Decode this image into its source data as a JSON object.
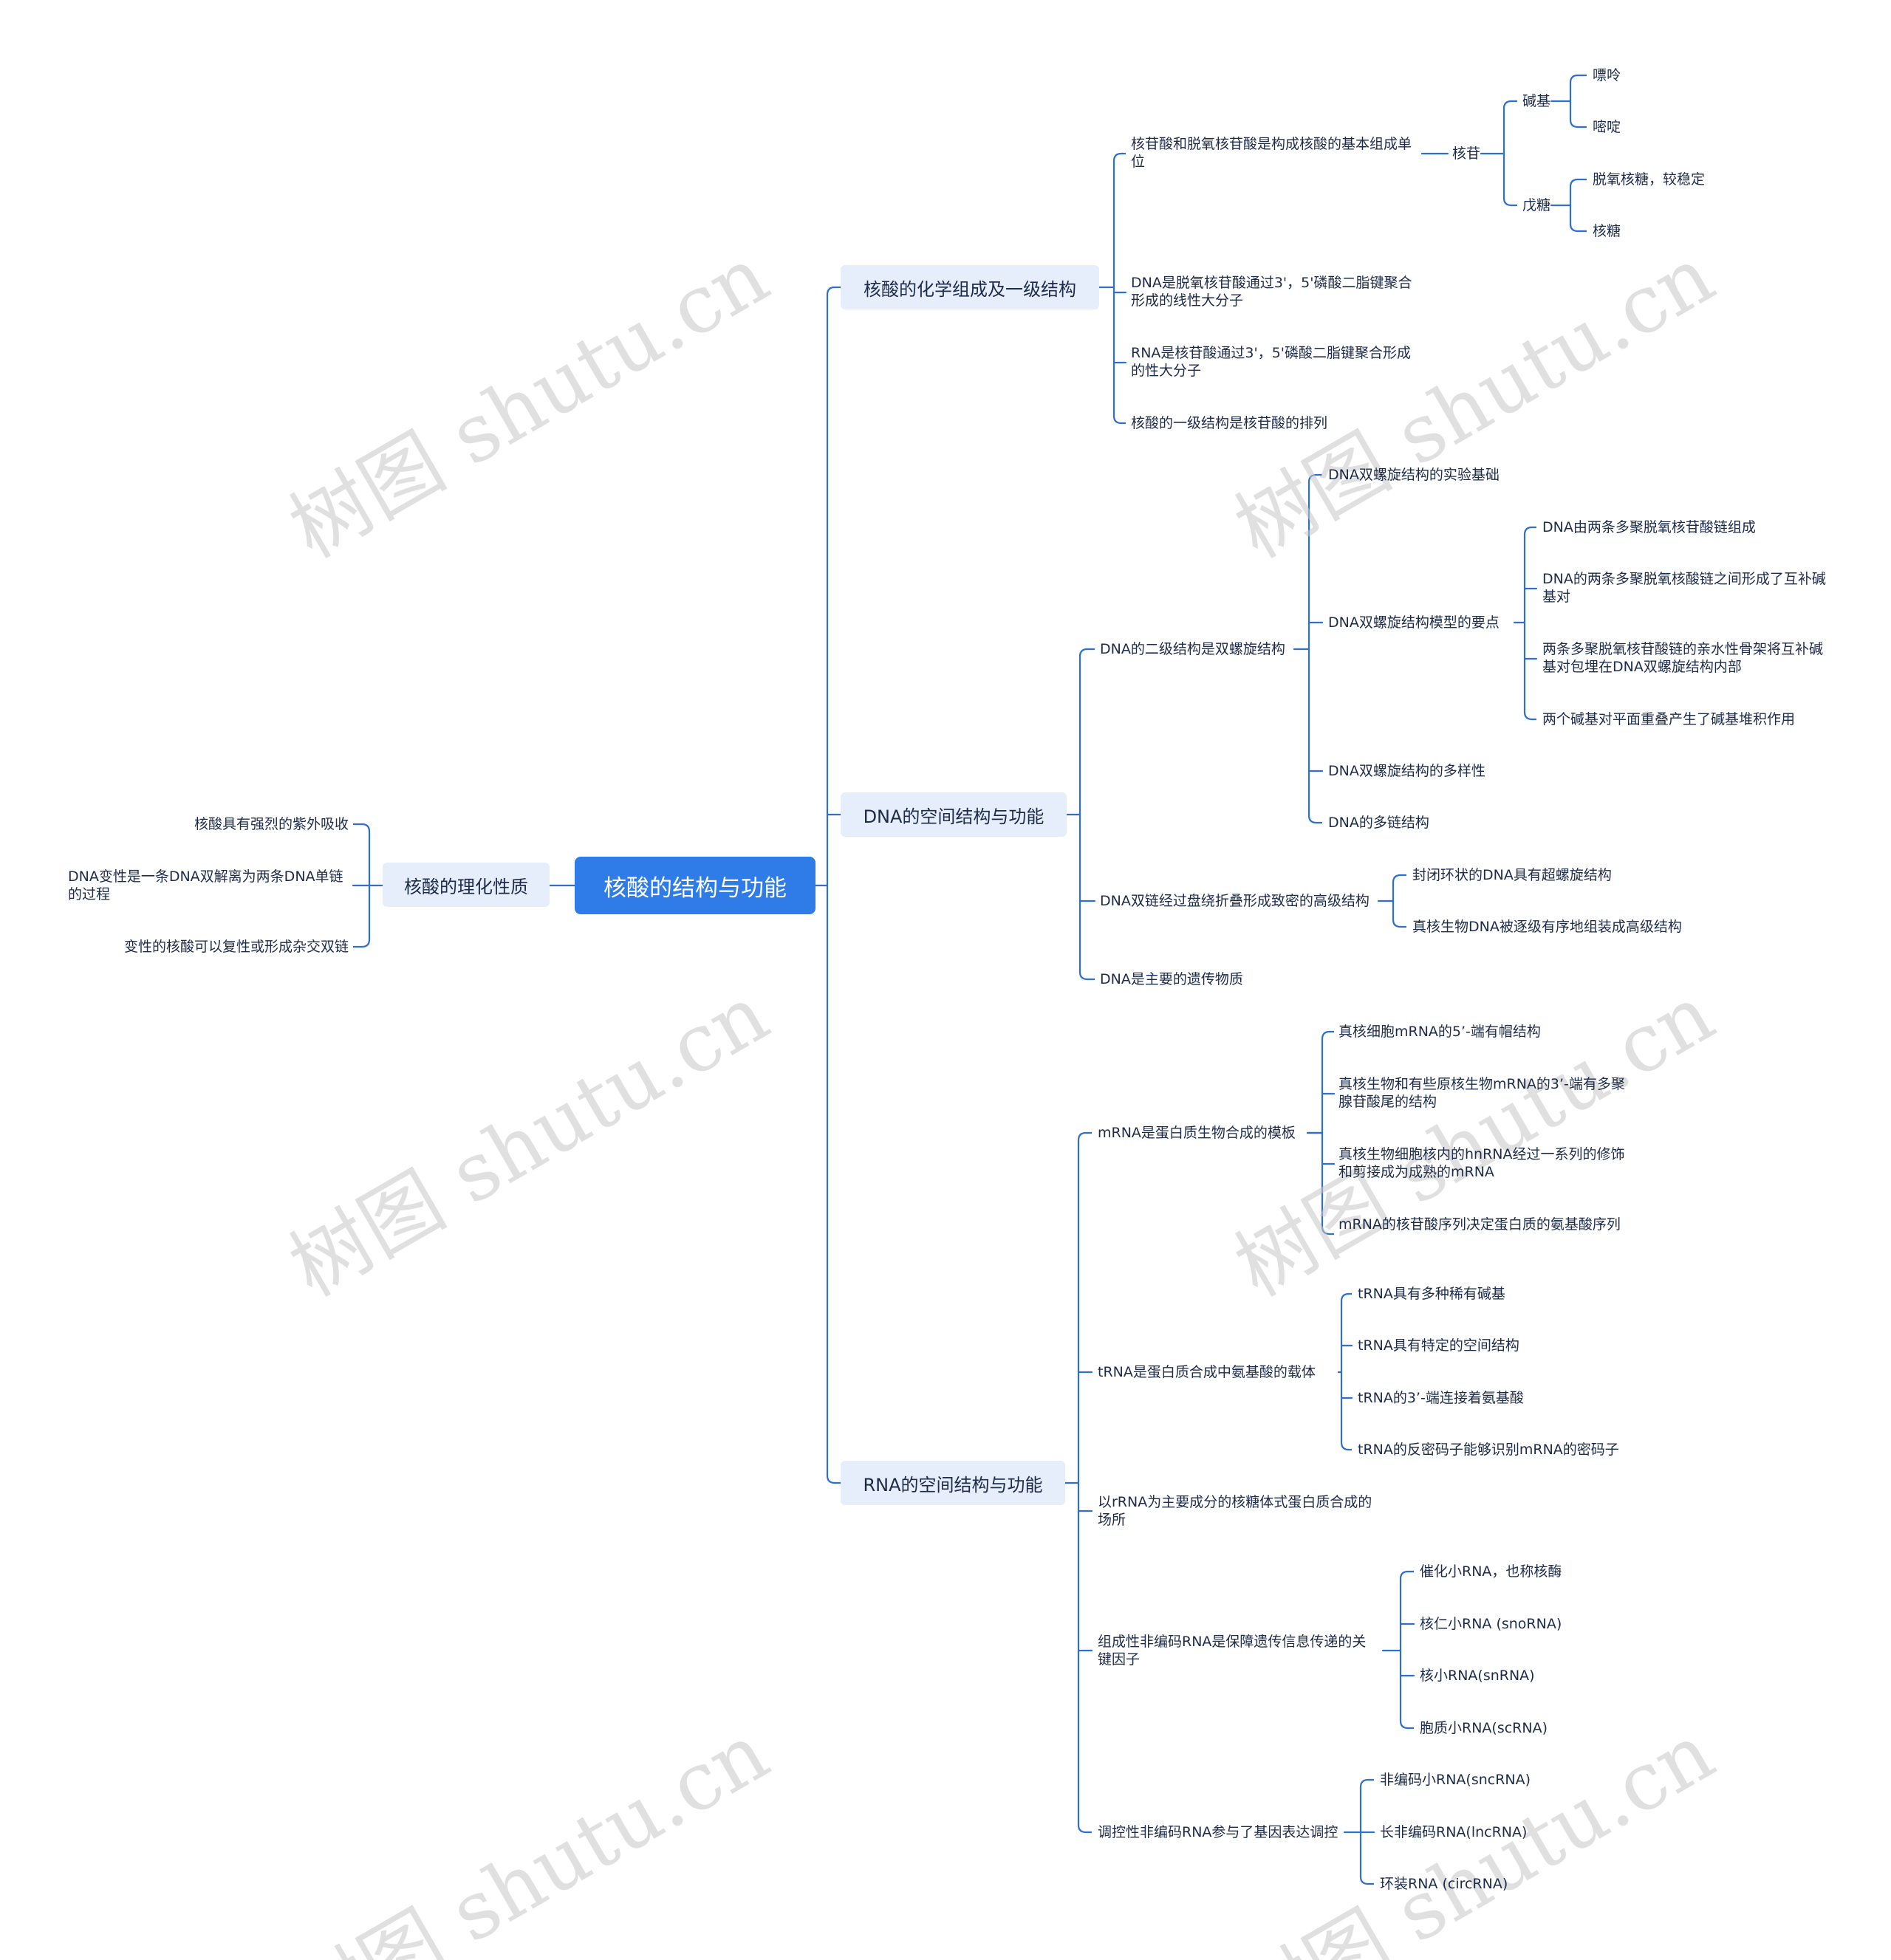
{
  "root": "核酸的结构与功能",
  "watermark": "树图 shutu.cn",
  "colors": {
    "line": "#2f6fd0",
    "root_bg": "#2f7be8",
    "l1_bg": "#e6edfb",
    "text": "#1d2b4a"
  },
  "left": {
    "title": "核酸的理化性质",
    "children": [
      "核酸具有强烈的紫外吸收",
      "DNA变性是一条DNA双解离为两条DNA单链的过程",
      "变性的核酸可以复性或形成杂交双链"
    ]
  },
  "b1": {
    "title": "核酸的化学组成及一级结构",
    "c1": "核苷酸和脱氧核苷酸是构成核酸的基本组成单位",
    "nucleoside": "核苷",
    "base": "碱基",
    "purine": "嘌呤",
    "pyrimidine": "嘧啶",
    "sugar": "戊糖",
    "deoxyribose": "脱氧核糖，较稳定",
    "ribose": "核糖",
    "c2": "DNA是脱氧核苷酸通过3'，5'磷酸二脂键聚合形成的线性大分子",
    "c3": "RNA是核苷酸通过3'，5'磷酸二脂键聚合形成的性大分子",
    "c4": "核酸的一级结构是核苷酸的排列"
  },
  "b2": {
    "title": "DNA的空间结构与功能",
    "c1": "DNA的二级结构是双螺旋结构",
    "c1_1": "DNA双螺旋结构的实验基础",
    "c1_2": "DNA双螺旋结构模型的要点",
    "c1_2_items": [
      "DNA由两条多聚脱氧核苷酸链组成",
      "DNA的两条多聚脱氧核酸链之间形成了互补碱基对",
      "两条多聚脱氧核苷酸链的亲水性骨架将互补碱基对包埋在DNA双螺旋结构内部",
      "两个碱基对平面重叠产生了碱基堆积作用"
    ],
    "c1_3": "DNA双螺旋结构的多样性",
    "c1_4": "DNA的多链结构",
    "c2": "DNA双链经过盘绕折叠形成致密的高级结构",
    "c2_items": [
      "封闭环状的DNA具有超螺旋结构",
      "真核生物DNA被逐级有序地组装成高级结构"
    ],
    "c3": "DNA是主要的遗传物质"
  },
  "b3": {
    "title": "RNA的空间结构与功能",
    "m": "mRNA是蛋白质生物合成的模板",
    "m_items": [
      "真核细胞mRNA的5’-端有帽结构",
      "真核生物和有些原核生物mRNA的3’-端有多聚腺苷酸尾的结构",
      "真核生物细胞核内的hnRNA经过一系列的修饰和剪接成为成熟的mRNA",
      "mRNA的核苷酸序列决定蛋白质的氨基酸序列"
    ],
    "t": "tRNA是蛋白质合成中氨基酸的载体",
    "t_items": [
      "tRNA具有多种稀有碱基",
      "tRNA具有特定的空间结构",
      "tRNA的3’-端连接着氨基酸",
      "tRNA的反密码子能够识别mRNA的密码子"
    ],
    "r": "以rRNA为主要成分的核糖体式蛋白质合成的场所",
    "nc": "组成性非编码RNA是保障遗传信息传递的关键因子",
    "nc_items": [
      "催化小RNA，也称核酶",
      "核仁小RNA (snoRNA)",
      "核小RNA(snRNA)",
      "胞质小RNA(scRNA)"
    ],
    "reg": "调控性非编码RNA参与了基因表达调控",
    "reg_items": [
      "非编码小RNA(sncRNA)",
      "长非编码RNA(lncRNA)",
      "环装RNA (circRNA)"
    ]
  }
}
